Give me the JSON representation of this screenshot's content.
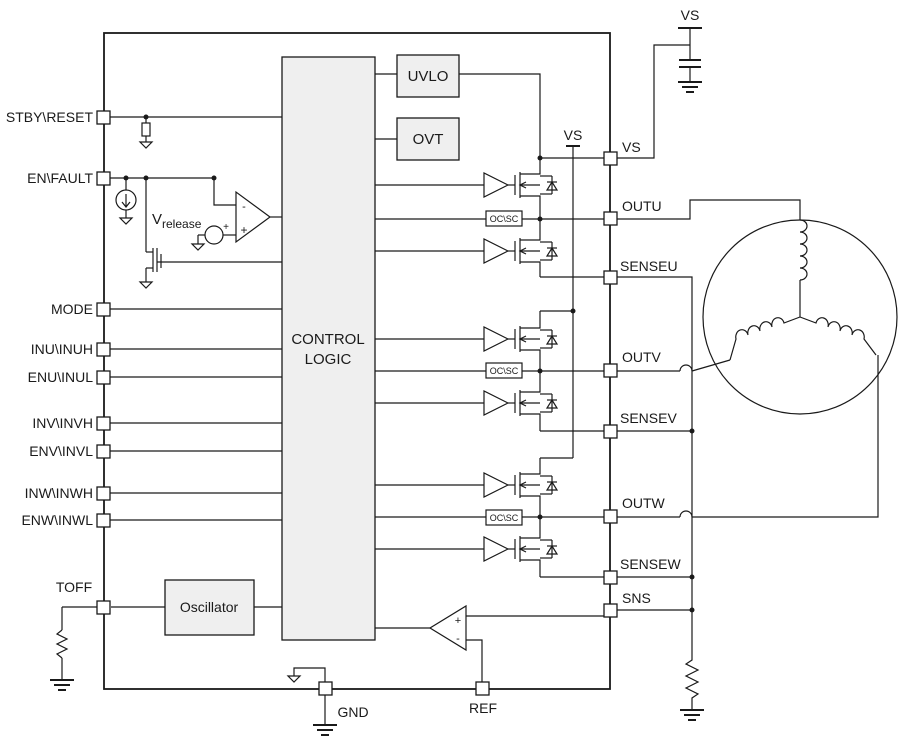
{
  "pins_left": {
    "stby": "STBY\\RESET",
    "en": "EN\\FAULT",
    "mode": "MODE",
    "inu": "INU\\INUH",
    "enu": "ENU\\INUL",
    "inv": "INV\\INVH",
    "env": "ENV\\INVL",
    "inw": "INW\\INWH",
    "enw": "ENW\\INWL",
    "toff": "TOFF"
  },
  "pins_right": {
    "vs": "VS",
    "outu": "OUTU",
    "senseu": "SENSEU",
    "outv": "OUTV",
    "sensev": "SENSEV",
    "outw": "OUTW",
    "sensew": "SENSEW",
    "sns": "SNS"
  },
  "pins_bottom": {
    "gnd": "GND",
    "ref": "REF"
  },
  "blocks": {
    "uvlo": "UVLO",
    "ovt": "OVT",
    "control1": "CONTROL",
    "control2": "LOGIC",
    "oscillator": "Oscillator",
    "ocsc": "OC\\SC"
  },
  "labels": {
    "vs_internal": "VS",
    "vs_supply": "VS",
    "vrelease_main": "V",
    "vrelease_sub": "release",
    "plus": "+",
    "minus": "-"
  }
}
